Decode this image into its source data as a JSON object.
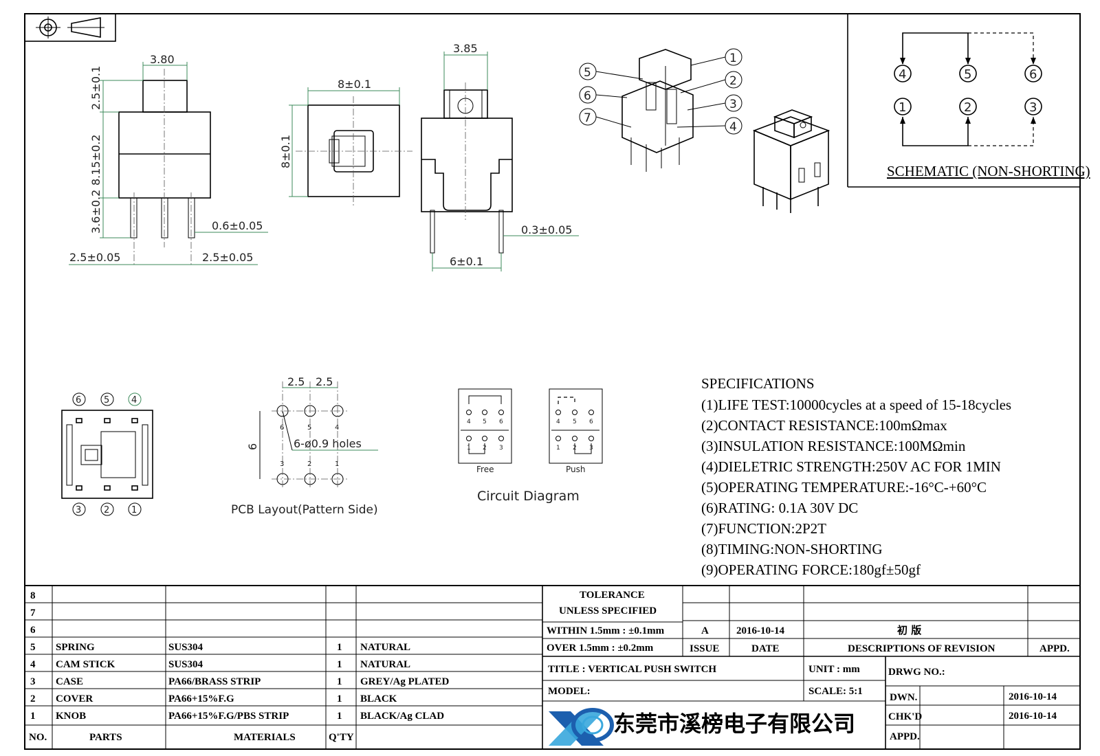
{
  "dims": {
    "side_top_w": "3.80",
    "side_knob_h": "2.5±0.1",
    "side_body_h": "8.15±0.2",
    "side_pin_h": "3.6±0.2",
    "side_pin_w": "0.6±0.05",
    "side_pitch_l": "2.5±0.05",
    "side_pitch_r": "2.5±0.05",
    "top_w": "8±0.1",
    "top_h": "8±0.1",
    "front_top_w": "3.85",
    "front_pin_w": "0.3±0.05",
    "front_pitch": "6±0.1"
  },
  "iso_callouts": [
    "1",
    "2",
    "3",
    "4",
    "5",
    "6",
    "7"
  ],
  "schematic": {
    "title": "SCHEMATIC (NON-SHORTING)",
    "pins_top": [
      "4",
      "5",
      "6"
    ],
    "pins_bottom": [
      "1",
      "2",
      "3"
    ]
  },
  "bottom_view": {
    "pins_top": [
      "6",
      "5",
      "4"
    ],
    "pins_bottom": [
      "3",
      "2",
      "1"
    ]
  },
  "pcb": {
    "pitch_a": "2.5",
    "pitch_b": "2.5",
    "row_gap": "6",
    "holes": "6-ø0.9  holes",
    "top_nums": [
      "6",
      "5",
      "4"
    ],
    "bottom_nums": [
      "3",
      "2",
      "1"
    ],
    "caption": "PCB Layout(Pattern Side)"
  },
  "circuit": {
    "free_label": "Free",
    "push_label": "Push",
    "top_nums": [
      "4",
      "5",
      "6"
    ],
    "bottom_nums": [
      "1",
      "2",
      "3"
    ],
    "caption": "Circuit  Diagram"
  },
  "specs": {
    "heading": "SPECIFICATIONS",
    "items": [
      "(1)LIFE  TEST:10000cycles  at  a  speed  of  15-18cycles",
      "(2)CONTACT  RESISTANCE:100mΩmax",
      "(3)INSULATION  RESISTANCE:100MΩmin",
      "(4)DIELETRIC  STRENGTH:250V  AC  FOR  1MIN",
      "(5)OPERATING  TEMPERATURE:-16°C-+60°C",
      "(6)RATING:  0.1A  30V  DC",
      "(7)FUNCTION:2P2T",
      "(8)TIMING:NON-SHORTING",
      "(9)OPERATING  FORCE:180gf±50gf"
    ]
  },
  "bom": {
    "rows": [
      {
        "no": "8",
        "part": "",
        "material": "",
        "qty": "",
        "finish": ""
      },
      {
        "no": "7",
        "part": "",
        "material": "",
        "qty": "",
        "finish": ""
      },
      {
        "no": "6",
        "part": "",
        "material": "",
        "qty": "",
        "finish": ""
      },
      {
        "no": "5",
        "part": "SPRING",
        "material": "SUS304",
        "qty": "1",
        "finish": "NATURAL"
      },
      {
        "no": "4",
        "part": "CAM  STICK",
        "material": "SUS304",
        "qty": "1",
        "finish": "NATURAL"
      },
      {
        "no": "3",
        "part": "CASE",
        "material": "PA66/BRASS  STRIP",
        "qty": "1",
        "finish": "GREY/Ag  PLATED"
      },
      {
        "no": "2",
        "part": "COVER",
        "material": "PA66+15%F.G",
        "qty": "1",
        "finish": "BLACK"
      },
      {
        "no": "1",
        "part": "KNOB",
        "material": "PA66+15%F.G/PBS  STRIP",
        "qty": "1",
        "finish": "BLACK/Ag  CLAD"
      }
    ],
    "header": {
      "no": "NO.",
      "part": "PARTS",
      "material": "MATERIALS",
      "qty": "Q'TY"
    }
  },
  "tolerance": {
    "line1": "TOLERANCE",
    "line2": "UNLESS   SPECIFIED",
    "line3": "WITHIN  1.5mm  :  ±0.1mm",
    "line4": "OVER  1.5mm  :  ±0.2mm"
  },
  "revision": {
    "issue": "A",
    "date": "2016-10-14",
    "desc": "初    版",
    "h_issue": "ISSUE",
    "h_date": "DATE",
    "h_desc": "DESCRIPTIONS  OF  REVISION",
    "h_appd": "APPD."
  },
  "title_block": {
    "title": "TITLE :   VERTICAL  PUSH  SWITCH",
    "unit": "UNIT :   mm",
    "model": "MODEL:",
    "scale": "SCALE:   5:1",
    "company": "东莞市溪榜电子有限公司",
    "drwg": "DRWG  NO.:",
    "dwn": "DWN.",
    "dwn_date": "2016-10-14",
    "chkd": "CHK'D",
    "chkd_date": "2016-10-14",
    "appd": "APPD."
  },
  "colors": {
    "logo_blue": "#1c5fae",
    "logo_cyan": "#39a7dd",
    "dim_green": "#3b8a5a"
  }
}
